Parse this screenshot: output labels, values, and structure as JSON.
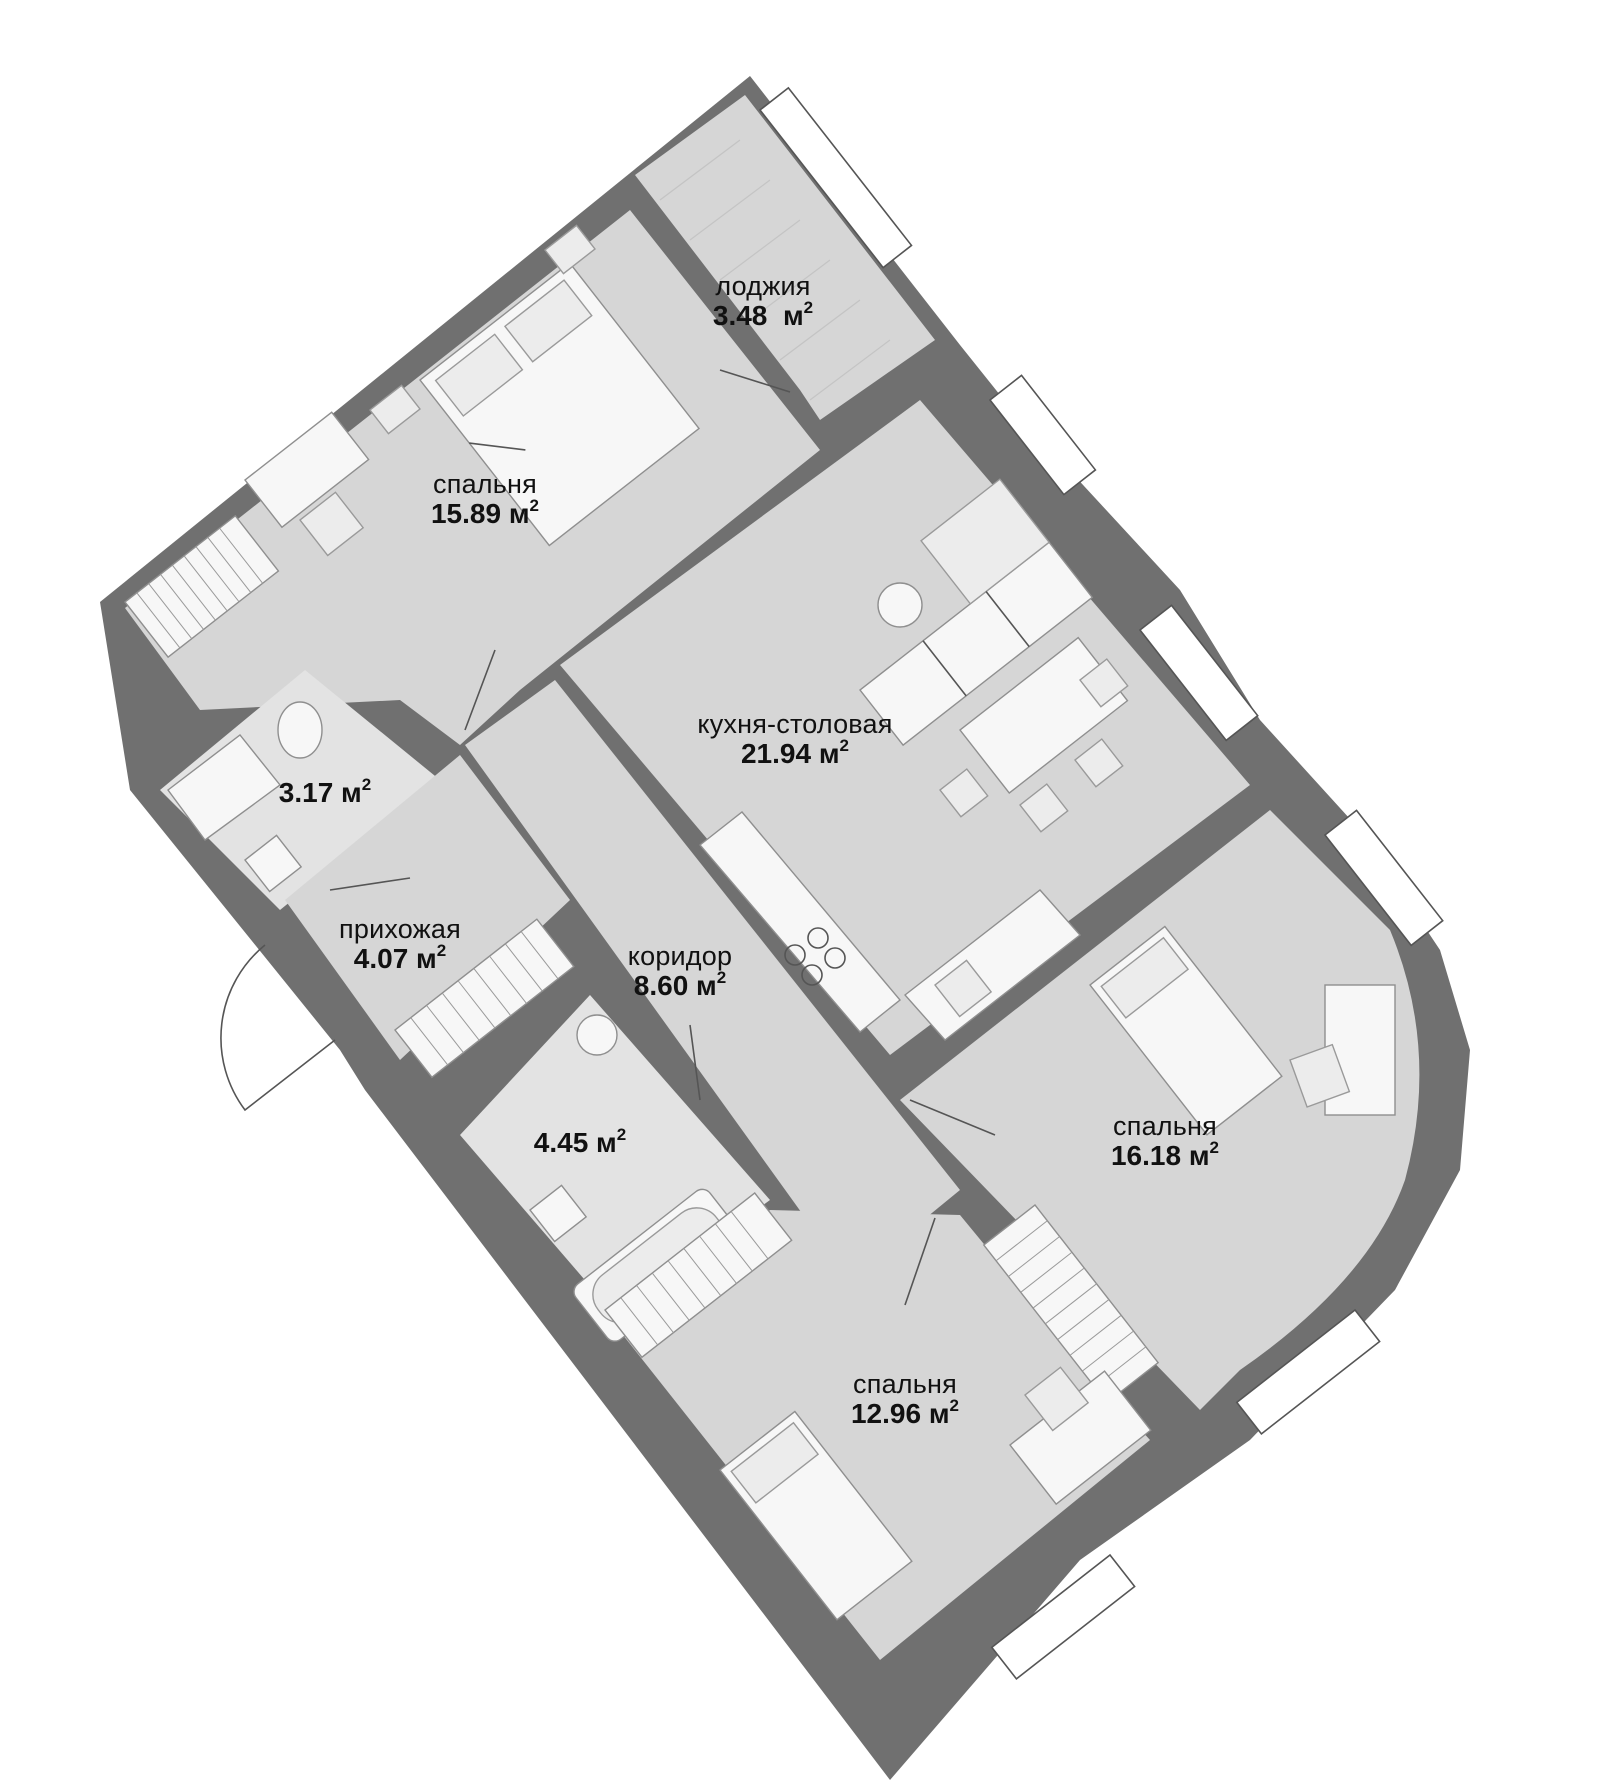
{
  "area_unit": "м",
  "area_unit_sup": "2",
  "rooms": [
    {
      "id": "loggia",
      "name": "лоджия",
      "area": "3.48"
    },
    {
      "id": "bedroom-1",
      "name": "спальня",
      "area": "15.89"
    },
    {
      "id": "kitchen-dining",
      "name": "кухня-столовая",
      "area": "21.94"
    },
    {
      "id": "bathroom-1",
      "name": "",
      "area": "3.17"
    },
    {
      "id": "hallway",
      "name": "прихожая",
      "area": "4.07"
    },
    {
      "id": "corridor",
      "name": "коридор",
      "area": "8.60"
    },
    {
      "id": "bathroom-2",
      "name": "",
      "area": "4.45"
    },
    {
      "id": "bedroom-2",
      "name": "спальня",
      "area": "16.18"
    },
    {
      "id": "bedroom-3",
      "name": "спальня",
      "area": "12.96"
    }
  ],
  "colors": {
    "wall": "#707070",
    "floor": "#d6d6d6",
    "wet_floor": "#e3e3e3",
    "furniture": "#ececec",
    "background": "#ffffff"
  }
}
